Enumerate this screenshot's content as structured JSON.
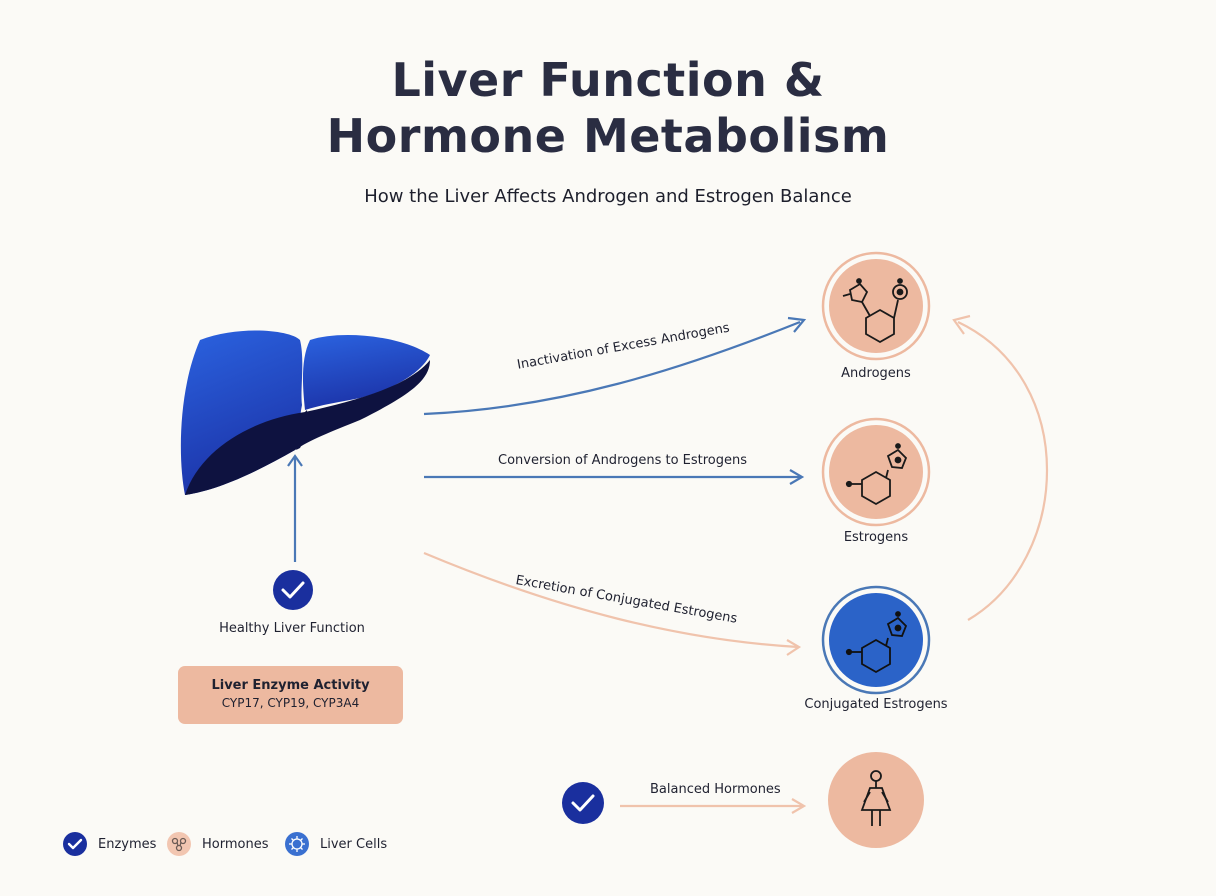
{
  "header": {
    "title_line1": "Liver Function &",
    "title_line2": "Hormone Metabolism",
    "subtitle": "How the Liver Affects Androgen and Estrogen Balance"
  },
  "flows": {
    "inactivation": "Inactivation of Excess Androgens",
    "conversion": "Conversion of Androgens to Estrogens",
    "excretion": "Excretion of Conjugated Estrogens",
    "balanced": "Balanced Hormones"
  },
  "nodes": {
    "androgens": "Androgens",
    "estrogens": "Estrogens",
    "conjugated": "Conjugated Estrogens"
  },
  "liver": {
    "healthy_label": "Healthy Liver Function",
    "enzyme_title": "Liver Enzyme Activity",
    "enzyme_list": "CYP17, CYP19, CYP3A4"
  },
  "legend": {
    "enzymes": "Enzymes",
    "hormones": "Hormones",
    "liver_cells": "Liver Cells"
  },
  "colors": {
    "navy": "#1a2f9e",
    "blue_arrow": "#4a78b6",
    "peach": "#edb9a0",
    "peach_line": "#f0c3ac",
    "dark_text": "#2a2d42"
  },
  "icons": {
    "check": "check-circle-icon",
    "hormone": "molecule-icon",
    "liver_cell": "cell-icon",
    "person": "female-figure-icon"
  }
}
